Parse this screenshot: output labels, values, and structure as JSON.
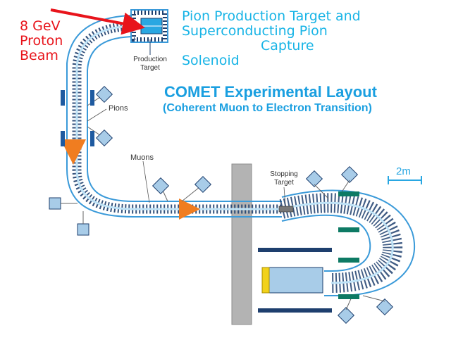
{
  "labels": {
    "beam": [
      "8 GeV",
      "Proton",
      "Beam"
    ],
    "target_system": [
      "Pion Production Target and",
      "Superconducting Pion",
      "Capture",
      "Solenoid"
    ],
    "title": "COMET Experimental Layout",
    "subtitle": "(Coherent Muon to Electron Transition)",
    "production_target": [
      "Production",
      "Target"
    ],
    "pions": "Pions",
    "muons": "Muons",
    "stopping_target": [
      "Stopping",
      "Target"
    ],
    "scale": "2m"
  },
  "colors": {
    "beam_red": "#e8141b",
    "label_cyan": "#18b4e6",
    "title_blue": "#1a9fe0",
    "coil_navy": "#1e3f6e",
    "tube_blue": "#3a9ad9",
    "pion_arrow": "#f0a020",
    "wall_gray": "#b3b3b3",
    "detector_green": "#0d7a64",
    "detector_yellow": "#f2d21a"
  }
}
